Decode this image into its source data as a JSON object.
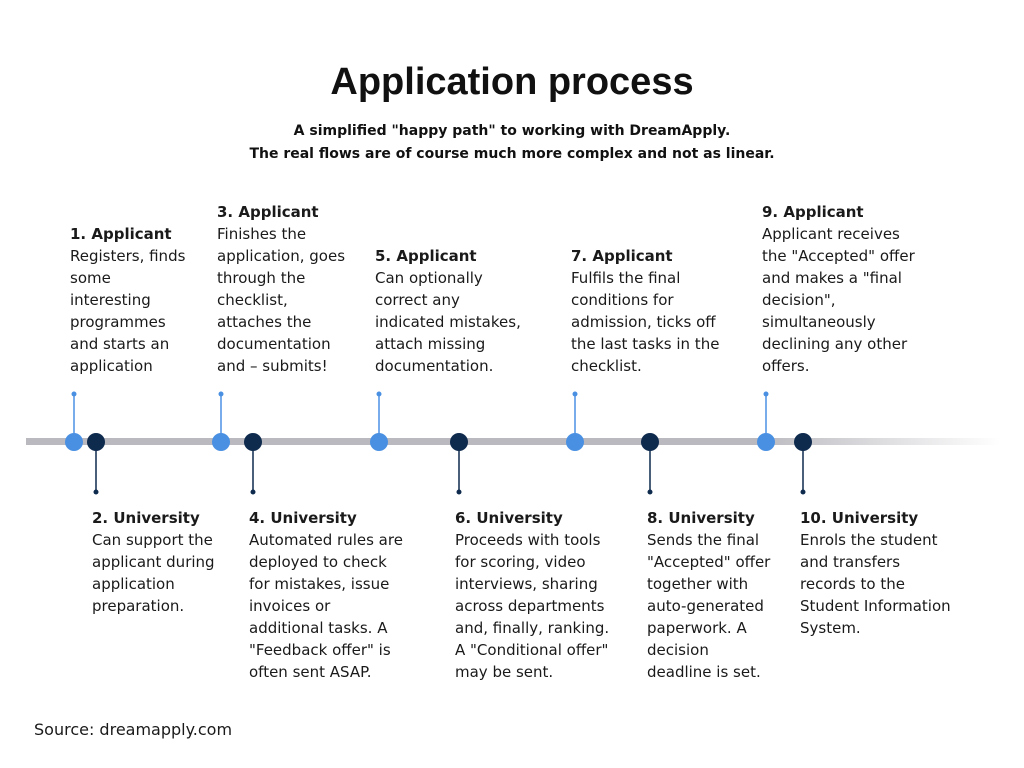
{
  "title": "Application process",
  "subtitle": [
    "A simplified \"happy path\" to working with DreamApply.",
    "The real flows are of course much more complex and not as linear."
  ],
  "colors": {
    "applicant": "#4a90e2",
    "university": "#0e2a4d",
    "timeline": "#b9b9bf",
    "text": "#1a1a1a"
  },
  "steps": [
    {
      "title": "1. Applicant",
      "role": "applicant",
      "description": [
        "Registers, finds",
        "some",
        "interesting",
        "programmes",
        "and starts an",
        "application"
      ]
    },
    {
      "title": "2. University",
      "role": "university",
      "description": [
        "Can support the",
        "applicant during",
        "application",
        "preparation."
      ]
    },
    {
      "title": "3. Applicant",
      "role": "applicant",
      "description": [
        "Finishes the",
        "application, goes",
        "through the",
        "checklist,",
        "attaches the",
        "documentation",
        "and – submits!"
      ]
    },
    {
      "title": "4. University",
      "role": "university",
      "description": [
        "Automated rules are",
        "deployed to check",
        "for mistakes, issue",
        "invoices or",
        "additional tasks. A",
        "\"Feedback offer\" is",
        "often sent ASAP."
      ]
    },
    {
      "title": "5. Applicant",
      "role": "applicant",
      "description": [
        "Can optionally",
        "correct any",
        "indicated mistakes,",
        "attach missing",
        "documentation."
      ]
    },
    {
      "title": "6. University",
      "role": "university",
      "description": [
        "Proceeds with tools",
        "for scoring, video",
        "interviews, sharing",
        "across departments",
        "and, finally, ranking.",
        "A \"Conditional offer\"",
        "may be sent."
      ]
    },
    {
      "title": "7. Applicant",
      "role": "applicant",
      "description": [
        "Fulfils the final",
        "conditions for",
        "admission, ticks off",
        "the last tasks in the",
        "checklist."
      ]
    },
    {
      "title": "8. University",
      "role": "university",
      "description": [
        "Sends the final",
        "\"Accepted\" offer",
        "together with",
        "auto-generated",
        "paperwork. A",
        "decision",
        "deadline is set."
      ]
    },
    {
      "title": "9. Applicant",
      "role": "applicant",
      "description": [
        "Applicant receives",
        "the \"Accepted\" offer",
        "and makes a \"final",
        "decision\",",
        "simultaneously",
        "declining any other",
        "offers."
      ]
    },
    {
      "title": "10. University",
      "role": "university",
      "description": [
        "Enrols the student",
        "and transfers",
        "records to the",
        "Student Information",
        "System."
      ]
    }
  ],
  "source": "Source: dreamapply.com"
}
